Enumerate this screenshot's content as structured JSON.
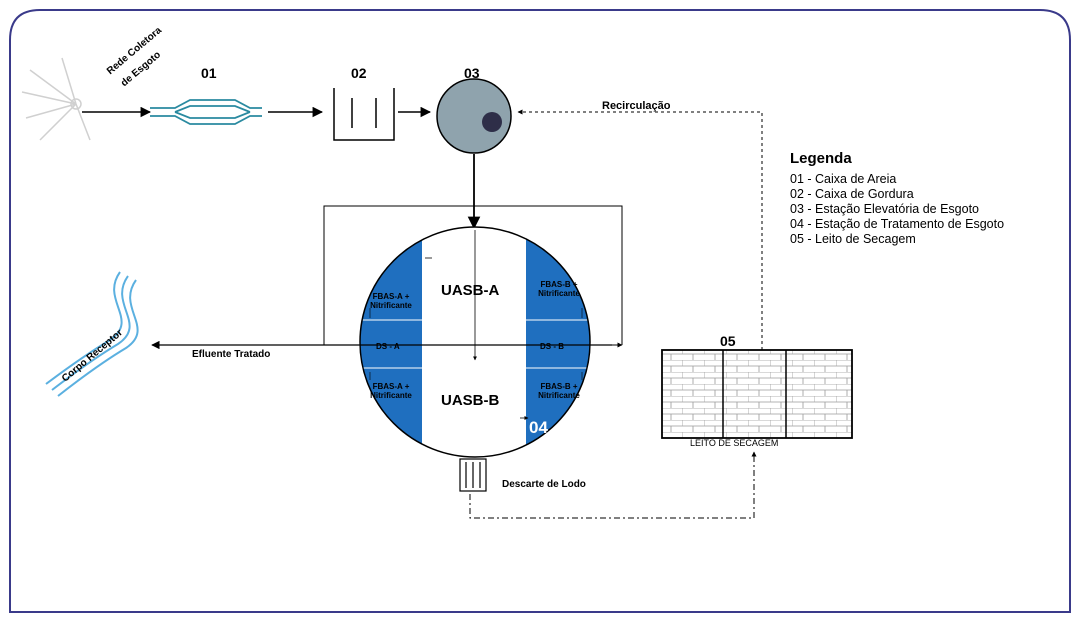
{
  "units": {
    "u01": "01",
    "u02": "02",
    "u03": "03",
    "u04": "04",
    "u05": "05"
  },
  "labels": {
    "rede_coletora_1": "Rede Coletora",
    "rede_coletora_2": "de Esgoto",
    "recirculacao": "Recirculação",
    "efluente_tratado": "Efluente Tratado",
    "corpo_receptor": "Corpo Receptor",
    "descarte_lodo": "Descarte de Lodo",
    "leito_secagem": "LEITO DE SECAGEM"
  },
  "reactor": {
    "uasb_a": "UASB-A",
    "uasb_b": "UASB-B",
    "fbas_a_top_1": "FBAS-A +",
    "fbas_a_top_2": "Nitrificante",
    "fbas_b_top_1": "FBAS-B +",
    "fbas_b_top_2": "Nitrificante",
    "ds_a": "DS - A",
    "ds_b": "DS - B",
    "fbas_a_bot_1": "FBAS-A +",
    "fbas_a_bot_2": "Nitrificante",
    "fbas_b_bot_1": "FBAS-B +",
    "fbas_b_bot_2": "Nitrificante"
  },
  "legend": {
    "title": "Legenda",
    "items": [
      "01 - Caixa de Areia",
      "02 - Caixa de Gordura",
      "03 - Estação Elevatória de Esgoto",
      "04 - Estação de Tratamento de Esgoto",
      "05 - Leito de Secagem"
    ]
  },
  "colors": {
    "frame": "#3a3a8a",
    "reactor_blue": "#1f6fbf",
    "well_grey": "#8fa3ad",
    "river": "#5bb0e0",
    "pipe": "#2a8aa0"
  }
}
